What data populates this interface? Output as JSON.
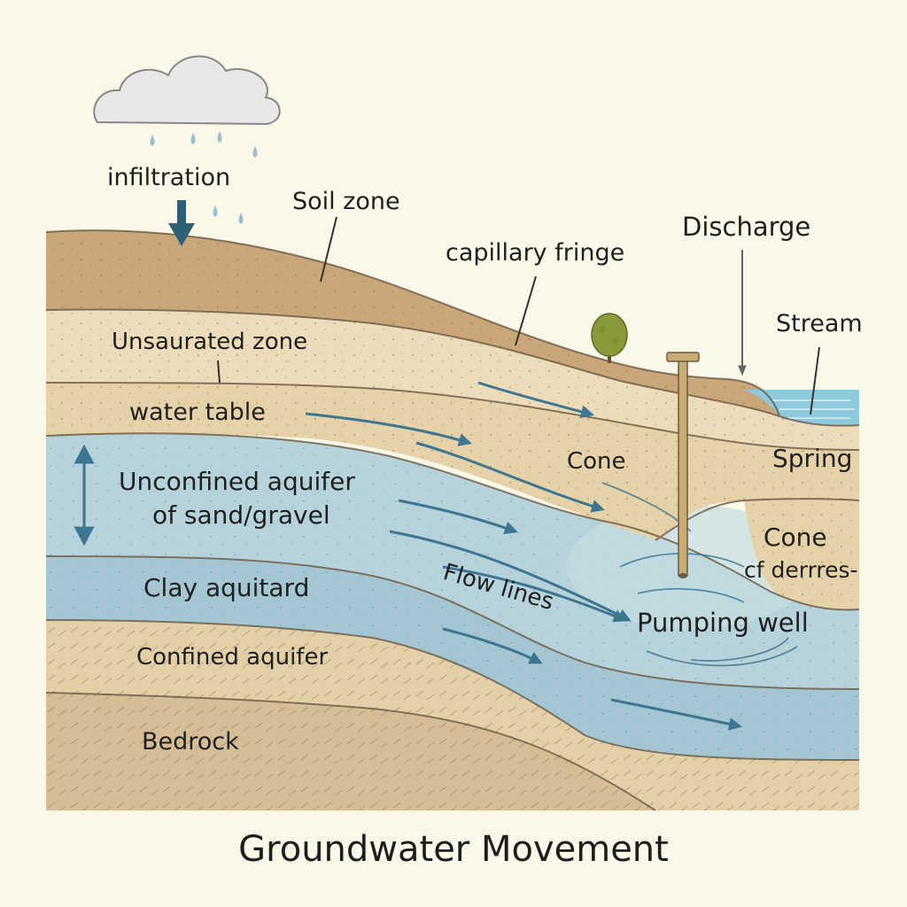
{
  "title": "Groundwater Movement",
  "labels": {
    "infiltration": "infiltration",
    "soil_zone": "Soil zone",
    "capillary_fringe": "capillary fringe",
    "discharge": "Discharge",
    "stream": "Stream",
    "unsaturated_zone": "Unsaurated zone",
    "water_table": "water table",
    "cone_upper": "Cone",
    "spring": "Spring",
    "unconfined_aquifer_line1": "Unconfined aquifer",
    "unconfined_aquifer_line2": "of sand/gravel",
    "flow_lines": "Flow lines",
    "cone_of_depression_line1": "Cone",
    "cone_of_depression_line2": "cf derrres-",
    "clay_aquitard": "Clay aquitard",
    "pumping_well": "Pumping well",
    "confined_aquifer": "Confined aquifer",
    "bedrock": "Bedrock"
  },
  "colors": {
    "background": "#fbf8ea",
    "soil": "#c9a77a",
    "unsaturated": "#ecdcba",
    "water_table_band": "#e6d2a8",
    "unconfined_aquifer": "#b6d2da",
    "clay_aquitard": "#a3c6d2",
    "confined_aquifer": "#e3d0a8",
    "bedrock": "#d5bd95",
    "stream": "#8ec9de",
    "arrow": "#3e7591",
    "tree": "#8a9a3a",
    "well": "#c9ab74"
  },
  "icons": [
    "cloud-icon",
    "raindrop-icon",
    "tree-icon",
    "well-icon"
  ]
}
